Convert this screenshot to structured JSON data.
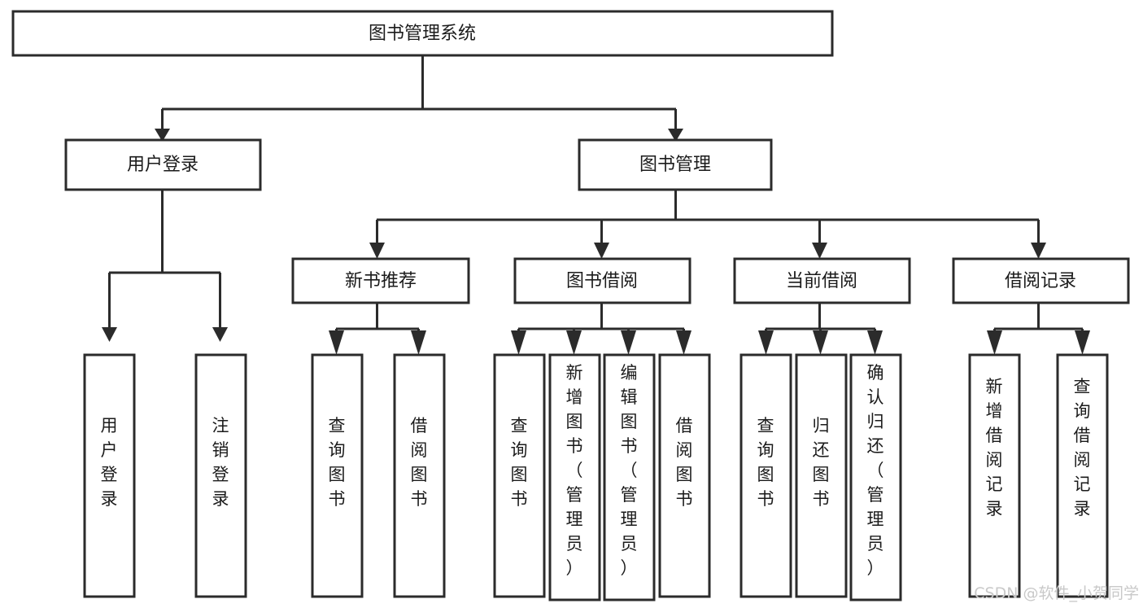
{
  "diagram": {
    "title": "图书管理系统",
    "type": "tree-hierarchy-flowchart",
    "root": {
      "id": "root",
      "label": "图书管理系统",
      "orientation": "horizontal"
    },
    "level2": [
      {
        "id": "user-login",
        "label": "用户登录",
        "orientation": "horizontal"
      },
      {
        "id": "book-manage",
        "label": "图书管理",
        "orientation": "horizontal"
      }
    ],
    "level3": [
      {
        "id": "new-book-rec",
        "label": "新书推荐",
        "orientation": "horizontal"
      },
      {
        "id": "book-borrow",
        "label": "图书借阅",
        "orientation": "horizontal"
      },
      {
        "id": "current-borrow",
        "label": "当前借阅",
        "orientation": "horizontal"
      },
      {
        "id": "borrow-record",
        "label": "借阅记录",
        "orientation": "horizontal"
      }
    ],
    "leaves": [
      {
        "id": "leaf-user-login",
        "label": "用户登录",
        "parent": "user-login",
        "orientation": "vertical"
      },
      {
        "id": "leaf-user-logout",
        "label": "注销登录",
        "parent": "user-login",
        "orientation": "vertical"
      },
      {
        "id": "leaf-query-book-1",
        "label": "查询图书",
        "parent": "new-book-rec",
        "orientation": "vertical"
      },
      {
        "id": "leaf-borrow-book-1",
        "label": "借阅图书",
        "parent": "new-book-rec",
        "orientation": "vertical"
      },
      {
        "id": "leaf-query-book-2",
        "label": "查询图书",
        "parent": "book-borrow",
        "orientation": "vertical"
      },
      {
        "id": "leaf-add-book",
        "label": "新增图书（管理员）",
        "parent": "book-borrow",
        "orientation": "vertical"
      },
      {
        "id": "leaf-edit-book",
        "label": "编辑图书（管理员）",
        "parent": "book-borrow",
        "orientation": "vertical"
      },
      {
        "id": "leaf-borrow-book-2",
        "label": "借阅图书",
        "parent": "book-borrow",
        "orientation": "vertical"
      },
      {
        "id": "leaf-query-book-3",
        "label": "查询图书",
        "parent": "current-borrow",
        "orientation": "vertical"
      },
      {
        "id": "leaf-return-book",
        "label": "归还图书",
        "parent": "current-borrow",
        "orientation": "vertical"
      },
      {
        "id": "leaf-confirm-return",
        "label": "确认归还（管理员）",
        "parent": "current-borrow",
        "orientation": "vertical"
      },
      {
        "id": "leaf-add-record",
        "label": "新增借阅记录",
        "parent": "borrow-record",
        "orientation": "vertical"
      },
      {
        "id": "leaf-query-record",
        "label": "查询借阅记录",
        "parent": "borrow-record",
        "orientation": "vertical"
      }
    ],
    "colors": {
      "stroke": "#2b2b2b",
      "fill": "#ffffff",
      "text": "#1b1b1b",
      "watermark": "#c9c9c9",
      "background": "#ffffff"
    }
  },
  "watermark": {
    "text": "CSDN @软件_小贺同学"
  }
}
